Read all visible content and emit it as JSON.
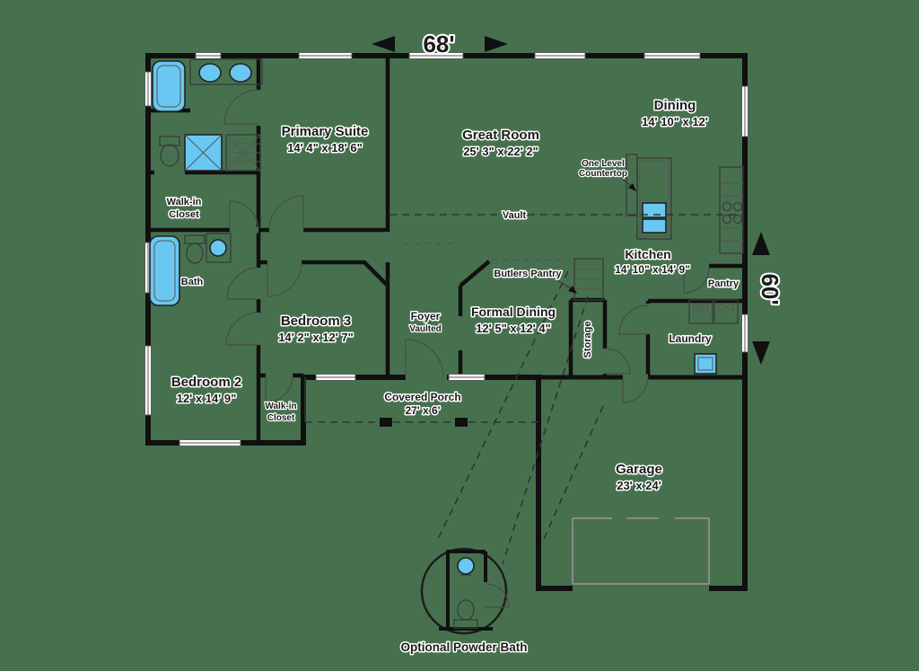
{
  "canvas": {
    "bg_color": "#47714E",
    "wall_color": "#101010",
    "fixture_color": "#68C8F1",
    "text_color": "#1C1C1C",
    "halo_color": "#FFFFFF"
  },
  "dimensions": {
    "top": "68'",
    "right": "60'"
  },
  "rooms": {
    "primary_suite": {
      "name": "Primary Suite",
      "dims": "14' 4\" x 18' 6\""
    },
    "great_room": {
      "name": "Great Room",
      "dims": "25' 3\" x 22' 2\""
    },
    "dining": {
      "name": "Dining",
      "dims": "14' 10\" x 12'"
    },
    "kitchen": {
      "name": "Kitchen",
      "dims": "14' 10\" x 14' 9\""
    },
    "formal_dining": {
      "name": "Formal Dining",
      "dims": "12' 5\" x 12' 4\""
    },
    "bedroom_3": {
      "name": "Bedroom 3",
      "dims": "14' 2\" x 12' 7\""
    },
    "bedroom_2": {
      "name": "Bedroom 2",
      "dims": "12' x 14' 9\""
    },
    "garage": {
      "name": "Garage",
      "dims": "23' x 24'"
    },
    "covered_porch": {
      "name": "Covered Porch",
      "dims": "27' x 6'"
    },
    "foyer": {
      "name": "Foyer",
      "sub": "Vaulted"
    },
    "walk_in_closet_primary": {
      "line1": "Walk-in",
      "line2": "Closet"
    },
    "walk_in_closet_2": {
      "line1": "Walk-in",
      "line2": "Closet"
    },
    "bath": {
      "name": "Bath"
    },
    "butlers_pantry": {
      "name": "Butlers Pantry"
    },
    "pantry": {
      "name": "Pantry"
    },
    "laundry": {
      "name": "Laundry"
    },
    "storage": {
      "name": "Storage"
    }
  },
  "annotations": {
    "vault": "Vault",
    "one_level_line1": "One Level",
    "one_level_line2": "Countertop",
    "optional_powder_bath": "Optional Powder Bath"
  }
}
